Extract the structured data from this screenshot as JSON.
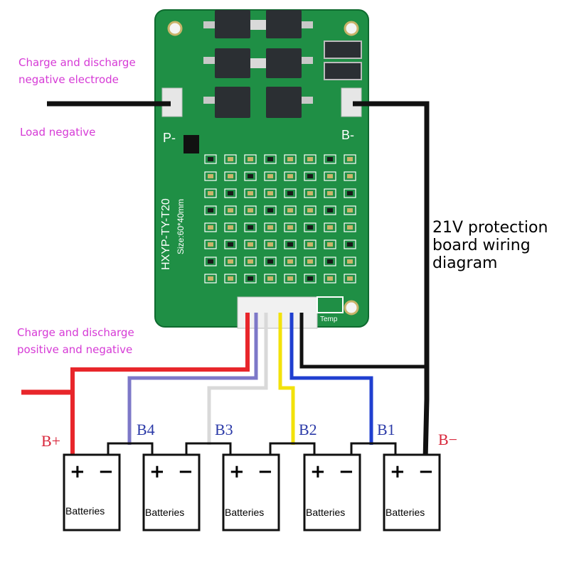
{
  "labels": {
    "charge_discharge_negative": [
      "Charge and discharge",
      "negative electrode"
    ],
    "load_negative": "Load negative",
    "charge_discharge_positive": [
      "Charge and discharge",
      "positive and negative"
    ],
    "title_lines": [
      "21V protection",
      "board wiring",
      "diagram"
    ]
  },
  "board": {
    "pad_p": "P-",
    "pad_b": "B-",
    "model": "HXYP-TY-T20",
    "size": "Size:60*40mm",
    "temp": "Temp"
  },
  "terminals": {
    "b_plus": "B+",
    "b_minus": "B−"
  },
  "taps": [
    "B4",
    "B3",
    "B2",
    "B1"
  ],
  "batteries": [
    {
      "label": "Batteries",
      "plus": "+",
      "minus": "−"
    },
    {
      "label": "Batteries",
      "plus": "+",
      "minus": "−"
    },
    {
      "label": "Batteries",
      "plus": "+",
      "minus": "−"
    },
    {
      "label": "Batteries",
      "plus": "+",
      "minus": "−"
    },
    {
      "label": "Batteries",
      "plus": "+",
      "minus": "−"
    }
  ],
  "colors": {
    "label_text": "#d63ad6",
    "pcb_green": "#1f8f45",
    "wire_red": "#e8262b",
    "wire_black": "#111111",
    "wire_purple": "#7d78c8",
    "wire_white": "#d9d9d9",
    "wire_yellow": "#f2e20a",
    "wire_blue": "#1f3fd0"
  }
}
